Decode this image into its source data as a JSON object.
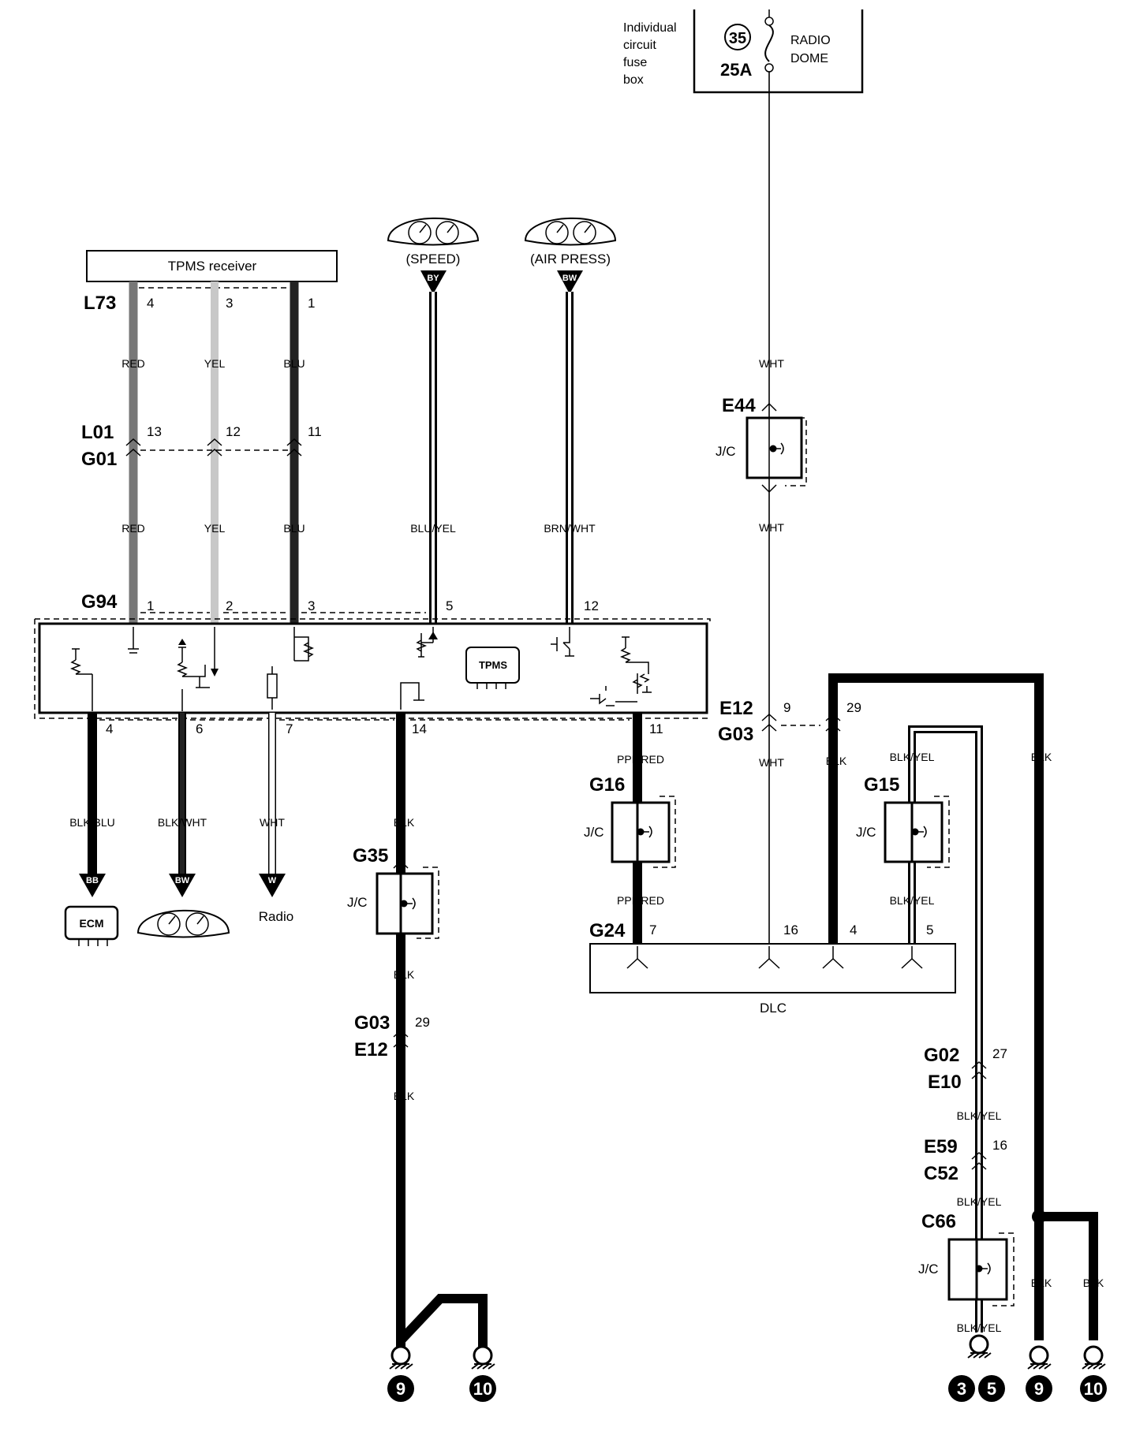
{
  "fuse_box": {
    "caption_lines": [
      "Individual",
      "circuit",
      "fuse",
      "box"
    ],
    "fuse_number": "35",
    "fuse_rating": "25A",
    "fuse_name_lines": [
      "RADIO",
      "DOME"
    ]
  },
  "meters": {
    "speed_label": "(SPEED)",
    "speed_badge": "BY",
    "air_label": "(AIR PRESS)",
    "air_badge": "BW"
  },
  "tpms_receiver": {
    "title": "TPMS receiver",
    "connector": "L73",
    "pins": [
      "4",
      "3",
      "1"
    ]
  },
  "wire_colors": {
    "red": "RED",
    "yel": "YEL",
    "blu": "BLU",
    "blu_yel": "BLU/YEL",
    "brn_wht": "BRN/WHT",
    "wht": "WHT",
    "blk": "BLK",
    "blk_yel": "BLK/YEL",
    "ppl_red": "PPL/RED",
    "blk_blu": "BLK/BLU",
    "blk_wht": "BLK/WHT"
  },
  "connectors": {
    "l01": "L01",
    "g01": "G01",
    "l01_pins": [
      "13",
      "12",
      "11"
    ],
    "g94": "G94",
    "g94_top_pins": [
      "1",
      "2",
      "3",
      "5",
      "12"
    ],
    "g94_bottom_pins": [
      "4",
      "6",
      "7",
      "14",
      "11"
    ],
    "e44": "E44",
    "e12": "E12",
    "g03": "G03",
    "e12_pins": [
      "9",
      "29"
    ],
    "g16": "G16",
    "g15": "G15",
    "g35": "G35",
    "g24": "G24",
    "g24_pins": [
      "7",
      "16",
      "4",
      "5"
    ],
    "g03b": "G03",
    "e12b": "E12",
    "g03b_pin": "29",
    "g02": "G02",
    "e10": "E10",
    "g02_pin": "27",
    "e59": "E59",
    "c52": "C52",
    "e59_pin": "16",
    "c66": "C66",
    "jc": "J/C"
  },
  "modules": {
    "tpms_icon": "TPMS",
    "ecm": "ECM",
    "dlc": "DLC",
    "radio": "Radio",
    "badge_bb": "BB",
    "badge_bw": "BW",
    "badge_w": "W"
  },
  "grounds": [
    "9",
    "10",
    "3",
    "5",
    "9",
    "10"
  ]
}
